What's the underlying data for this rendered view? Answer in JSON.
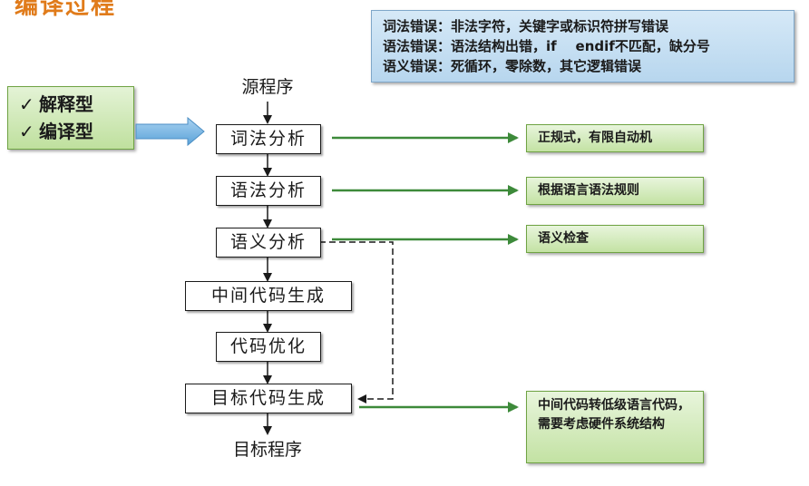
{
  "slide_title": "编译过程",
  "error_notes": [
    "词法错误：非法字符，关键字或标识符拼写错误",
    "语法错误：语法结构出错，if    endif不匹配，缺分号",
    "语义错误：死循环，零除数，其它逻辑错误"
  ],
  "program_types": [
    {
      "check": "✓",
      "label": "解释型"
    },
    {
      "check": "✓",
      "label": "编译型"
    }
  ],
  "flow": {
    "source": "源程序",
    "target": "目标程序",
    "stages": [
      "词法分析",
      "语法分析",
      "语义分析",
      "中间代码生成",
      "代码优化",
      "目标代码生成"
    ]
  },
  "notes": [
    "正规式，有限自动机",
    "根据语言语法规则",
    "语义检查",
    "中间代码转低级语言代码，需要考虑硬件系统结构"
  ],
  "colors": {
    "title": "#e07b1a",
    "blue_box": "#c5def2",
    "green_box": "#cfe8b5",
    "green_arrow": "#3d8a3a",
    "blue_arrow": "#5ba3d9"
  }
}
